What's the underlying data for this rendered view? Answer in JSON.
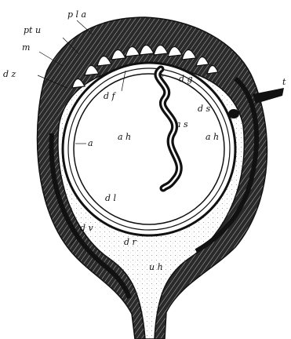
{
  "figure": {
    "labels": {
      "pla": "p l a",
      "ptu": "pt u",
      "m": "m",
      "dz": "d z",
      "df": "d f",
      "dg": "d g",
      "ds": "d s",
      "as": "a s",
      "ah_left": "a h",
      "ah_right": "a h",
      "a": "a",
      "dl": "d l",
      "dv": "d v",
      "dr": "d r",
      "uh": "u h",
      "t": "t"
    },
    "colors": {
      "ink": "#111111",
      "paper": "#ffffff",
      "wall": "#1c1c1c"
    }
  }
}
